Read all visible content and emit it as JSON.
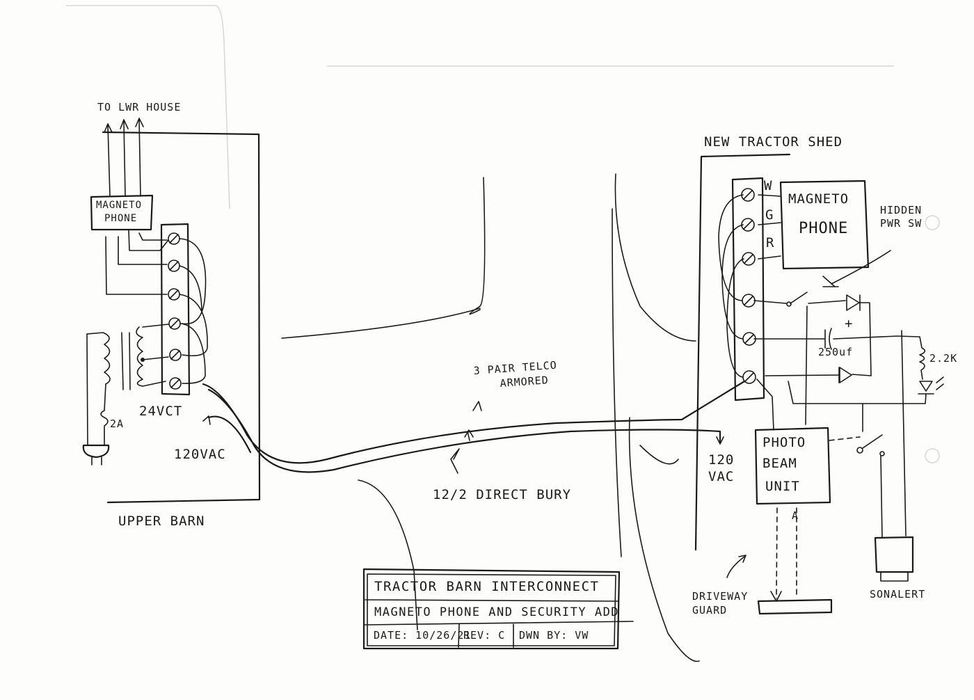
{
  "labels": {
    "to_lwr_house": "TO LWR HOUSE",
    "upper_magneto_line1": "MAGNETO",
    "upper_magneto_line2": "PHONE",
    "transformer": "24VCT",
    "fuse": "2A",
    "upper_120vac": "120VAC",
    "upper_barn": "UPPER BARN",
    "telco_line1": "3 PAIR TELCO",
    "telco_line2": "ARMORED",
    "direct_bury": "12/2 DIRECT BURY",
    "new_tractor_shed": "NEW TRACTOR SHED",
    "terminal_w": "W",
    "terminal_g": "G",
    "terminal_r": "R",
    "shed_magneto_line1": "MAGNETO",
    "shed_magneto_line2": "PHONE",
    "hidden_line1": "HIDDEN",
    "hidden_line2": "PWR SW",
    "cap_plus": "+",
    "cap_value": "250uf",
    "resistor": "2.2K",
    "shed_120_line1": "120",
    "shed_120_line2": "VAC",
    "photo_line1": "PHOTO",
    "photo_line2": "BEAM",
    "photo_line3": "UNIT",
    "beam_a": "A",
    "driveway_line1": "DRIVEWAY",
    "driveway_line2": "GUARD",
    "sonalert": "SONALERT"
  },
  "title_block": {
    "title": "TRACTOR BARN INTERCONNECT",
    "subtitle": "MAGNETO PHONE AND SECURITY ADD",
    "date": "DATE: 10/26/21",
    "rev": "REV: C",
    "drawn_by": "DWN BY: VW"
  },
  "colors": {
    "ink": "#1a1a1a",
    "paper": "#fdfdfb",
    "ghost": "#d6d6d2"
  }
}
